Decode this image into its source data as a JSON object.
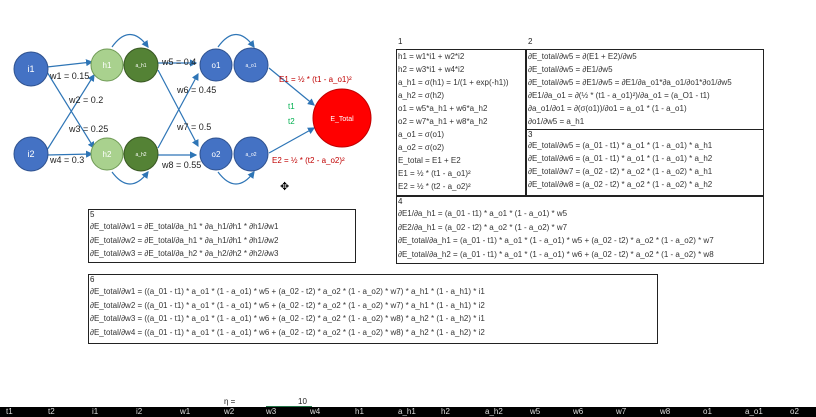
{
  "nodes": {
    "i1": "i1",
    "i2": "i2",
    "h1": "h1",
    "ah1": "a_h1",
    "h2": "h2",
    "ah2": "a_h2",
    "o1": "o1",
    "ao1": "a_o1",
    "o2": "o2",
    "ao2": "a_o2",
    "etotal": "E_Total"
  },
  "weights": {
    "w1": "w1 = 0.15",
    "w2": "w2 = 0.2",
    "w3": "w3 = 0.25",
    "w4": "w4 = 0.3",
    "w5": "w5 = 0.4",
    "w6": "w6 = 0.45",
    "w7": "w7 = 0.5",
    "w8": "w8 = 0.55"
  },
  "errors": {
    "e1": "E1 = ½ * (t1 - a_o1)²",
    "e2": "E2 = ½ * (t2 - a_o2)²",
    "t1": "t1",
    "t2": "t2"
  },
  "box1": {
    "num": "1",
    "lines": [
      "h1 = w1*i1 + w2*i2",
      "h2 = w3*i1 + w4*i2",
      "a_h1 = σ(h1) = 1/(1 + exp(-h1))",
      "a_h2 = σ(h2)",
      "o1 = w5*a_h1 + w6*a_h2",
      "o2 = w7*a_h1 + w8*a_h2",
      "a_o1 = σ(o1)",
      "a_o2 = σ(o2)",
      "E_total = E1 + E2",
      "E1 = ½ * (t1 - a_o1)²",
      "E2 = ½ * (t2 - a_o2)²"
    ]
  },
  "box2": {
    "num": "2",
    "lines": [
      "∂E_total/∂w5 = ∂(E1 + E2)/∂w5",
      "∂E_total/∂w5 = ∂E1/∂w5",
      "∂E_total/∂w5 = ∂E1/∂w5 = ∂E1/∂a_o1*∂a_o1/∂o1*∂o1/∂w5",
      "∂E1/∂a_o1 = ∂(½ * (t1 - a_o1)²)/∂a_o1 = (a_O1 - t1)",
      "∂a_o1/∂o1 = ∂(σ(o1))/∂o1 = a_o1 * (1 - a_o1)",
      "∂o1/∂w5 = a_h1"
    ]
  },
  "box3": {
    "num": "3",
    "lines": [
      "∂E_total/∂w5 = (a_01 - t1) * a_o1 * (1 - a_o1) * a_h1",
      "∂E_total/∂w6 = (a_01 - t1) * a_o1 * (1 - a_o1) * a_h2",
      "∂E_total/∂w7 = (a_02 - t2) * a_o2 * (1 - a_o2) * a_h1",
      "∂E_total/∂w8 = (a_02 - t2) * a_o2 * (1 - a_o2) * a_h2"
    ]
  },
  "box4": {
    "num": "4",
    "lines": [
      "∂E1/∂a_h1 = (a_01 - t1) * a_o1 * (1 - a_o1) * w5",
      "∂E2/∂a_h1 = (a_02 - t2) * a_o2 * (1 - a_o2) * w7",
      "∂E_total/∂a_h1 = (a_01 - t1) * a_o1 * (1 - a_o1) * w5 + (a_02 - t2) * a_o2 * (1 - a_o2) * w7",
      "∂E_total/∂a_h2 = (a_01 - t1) * a_o1 * (1 - a_o1) * w6 + (a_02 - t2) * a_o2 * (1 - a_o2) * w8"
    ]
  },
  "box5": {
    "num": "5",
    "lines": [
      "∂E_total/∂w1 = ∂E_total/∂a_h1 * ∂a_h1/∂h1 * ∂h1/∂w1",
      "∂E_total/∂w2 = ∂E_total/∂a_h1 * ∂a_h1/∂h1 * ∂h1/∂w2",
      "∂E_total/∂w3 = ∂E_total/∂a_h2 * ∂a_h2/∂h2 * ∂h2/∂w3"
    ]
  },
  "box6": {
    "num": "6",
    "lines": [
      "∂E_total/∂w1 = ((a_01 - t1) * a_o1 * (1 - a_o1) * w5 + (a_02 - t2) * a_o2 * (1 - a_o2) * w7) * a_h1 * (1 - a_h1) * i1",
      "∂E_total/∂w2 = ((a_01 - t1) * a_o1 * (1 - a_o1) * w5 + (a_02 - t2) * a_o2 * (1 - a_o2) * w7) * a_h1 * (1 - a_h1) * i2",
      "∂E_total/∂w3 = ((a_01 - t1) * a_o1 * (1 - a_o1) * w6 + (a_02 - t2) * a_o2 * (1 - a_o2) * w8) * a_h2 * (1 - a_h2) * i1",
      "∂E_total/∂w4 = ((a_01 - t1) * a_o1 * (1 - a_o1) * w6 + (a_02 - t2) * a_o2 * (1 - a_o2) * w8) * a_h2 * (1 - a_h2) * i2"
    ]
  },
  "eta": {
    "label": "η =",
    "value": "10"
  },
  "column_headers": [
    "t1",
    "t2",
    "i1",
    "i2",
    "w1",
    "w2",
    "w3",
    "w4",
    "h1",
    "a_h1",
    "h2",
    "a_h2",
    "w5",
    "w6",
    "w7",
    "w8",
    "o1",
    "a_o1",
    "o2"
  ],
  "colors": {
    "input": "#4472c4",
    "hidden_net": "#a9d18e",
    "hidden_act": "#548235",
    "output": "#4472c4",
    "error": "#ff0000",
    "edge": "#2e75b6",
    "weight_text": "#222222",
    "error_text": "#c00000",
    "target_text": "#00b050"
  }
}
